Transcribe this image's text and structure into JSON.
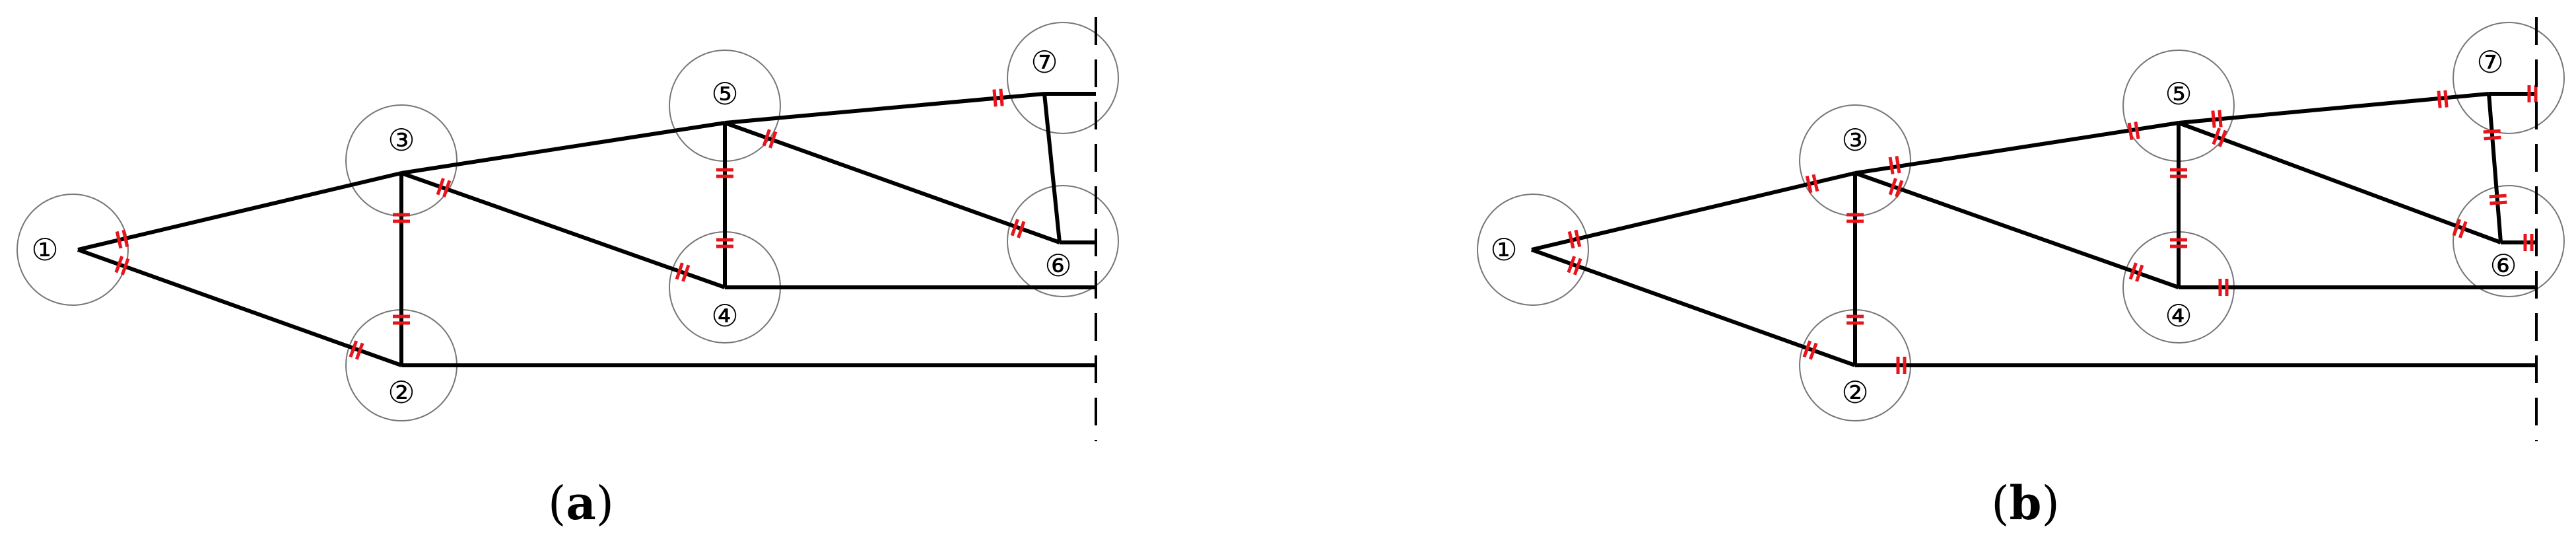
{
  "panels": [
    {
      "id": "a",
      "caption_open": "(",
      "caption_letter": "a",
      "caption_close": ")",
      "nodes": [
        {
          "id": "1",
          "label": "①"
        },
        {
          "id": "2",
          "label": "②"
        },
        {
          "id": "3",
          "label": "③"
        },
        {
          "id": "4",
          "label": "④"
        },
        {
          "id": "5",
          "label": "⑤"
        },
        {
          "id": "6",
          "label": "⑥"
        },
        {
          "id": "7",
          "label": "⑦"
        }
      ]
    },
    {
      "id": "b",
      "caption_open": "(",
      "caption_letter": "b",
      "caption_close": ")",
      "nodes": [
        {
          "id": "1",
          "label": "①"
        },
        {
          "id": "2",
          "label": "②"
        },
        {
          "id": "3",
          "label": "③"
        },
        {
          "id": "4",
          "label": "④"
        },
        {
          "id": "5",
          "label": "⑤"
        },
        {
          "id": "6",
          "label": "⑥"
        },
        {
          "id": "7",
          "label": "⑦"
        }
      ]
    }
  ],
  "colors": {
    "member": "#000000",
    "hinge_mark": "#e8141c",
    "joint_circle": "#777777"
  }
}
